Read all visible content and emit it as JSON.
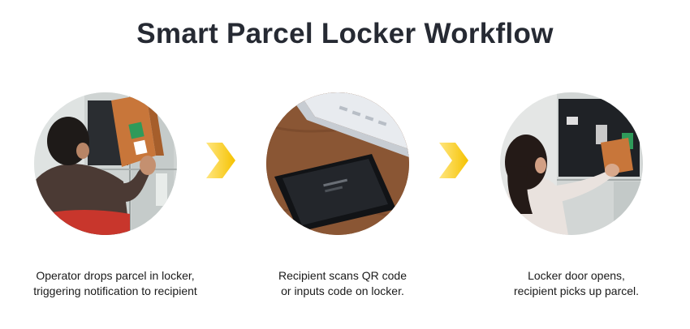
{
  "title": "Smart Parcel Locker Workflow",
  "accent_color": "#f5c200",
  "steps": [
    {
      "image_icon": "operator-locker-photo",
      "caption_line1": "Operator drops parcel in locker,",
      "caption_line2": "triggering notification to recipient"
    },
    {
      "image_icon": "smartphone-desk-photo",
      "caption_line1": "Recipient scans QR code",
      "caption_line2": "or inputs code on locker."
    },
    {
      "image_icon": "recipient-pickup-photo",
      "caption_line1": "Locker door opens,",
      "caption_line2": "recipient picks up parcel."
    }
  ],
  "arrows": [
    "chevron-right-icon",
    "chevron-right-icon"
  ]
}
